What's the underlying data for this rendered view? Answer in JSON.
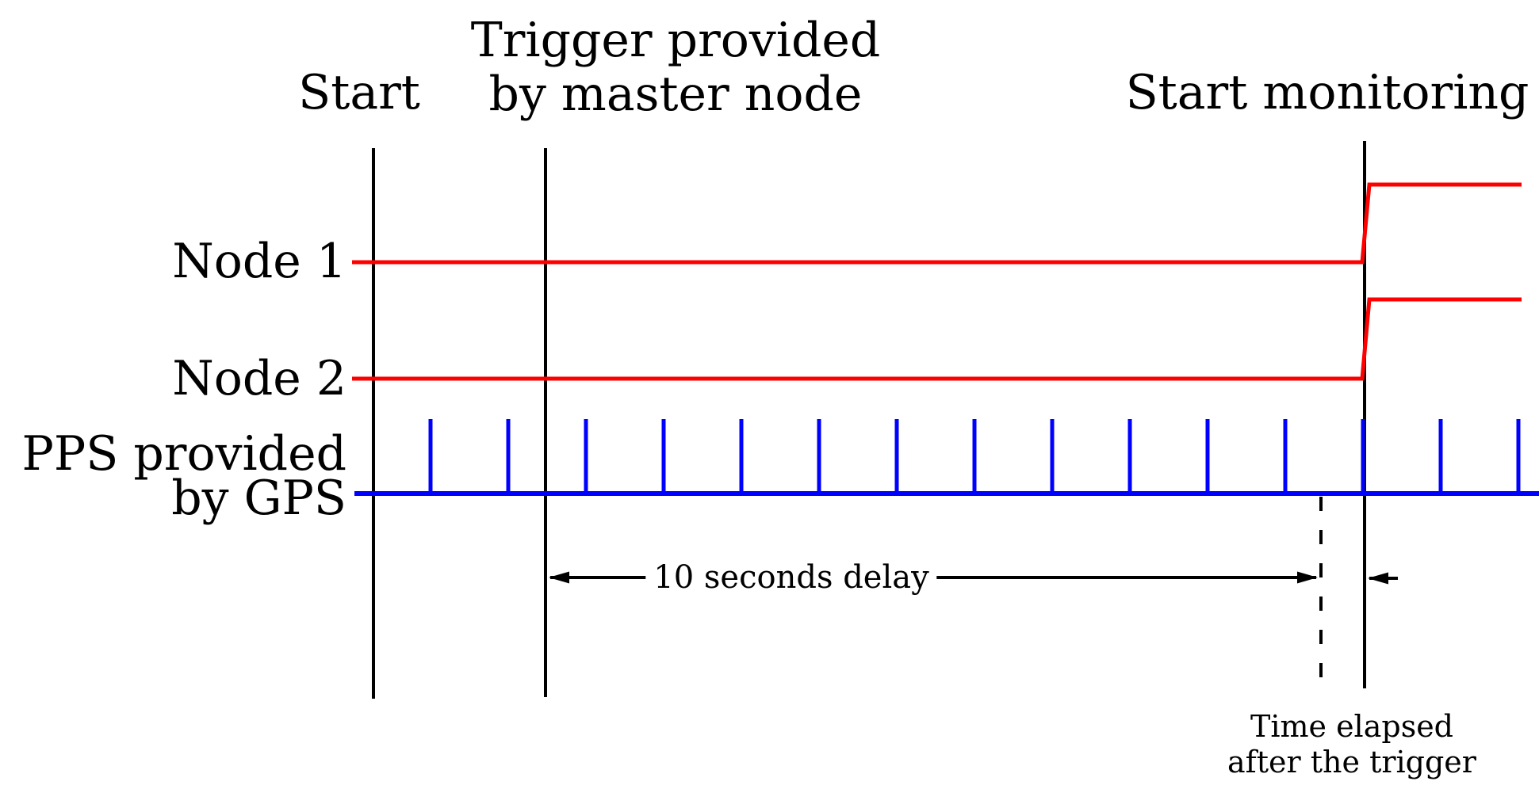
{
  "diagram_title": "node synchronization timing diagram",
  "labels": {
    "start": "Start",
    "trigger_line1": "Trigger provided",
    "trigger_line2": "by master node",
    "monitoring": "Start monitoring",
    "node1": "Node 1",
    "node2": "Node 2",
    "pps_line1": "PPS provided",
    "pps_line2": "by GPS",
    "delay": "10 seconds delay",
    "elapsed_line1": "Time elapsed",
    "elapsed_line2": "after the trigger"
  },
  "values": {
    "delay_seconds": 10,
    "pps_tick_count": 15
  },
  "colors": {
    "signal": "#ff0000",
    "pps": "#0000ff",
    "ink": "#000000",
    "background": "#ffffff"
  }
}
